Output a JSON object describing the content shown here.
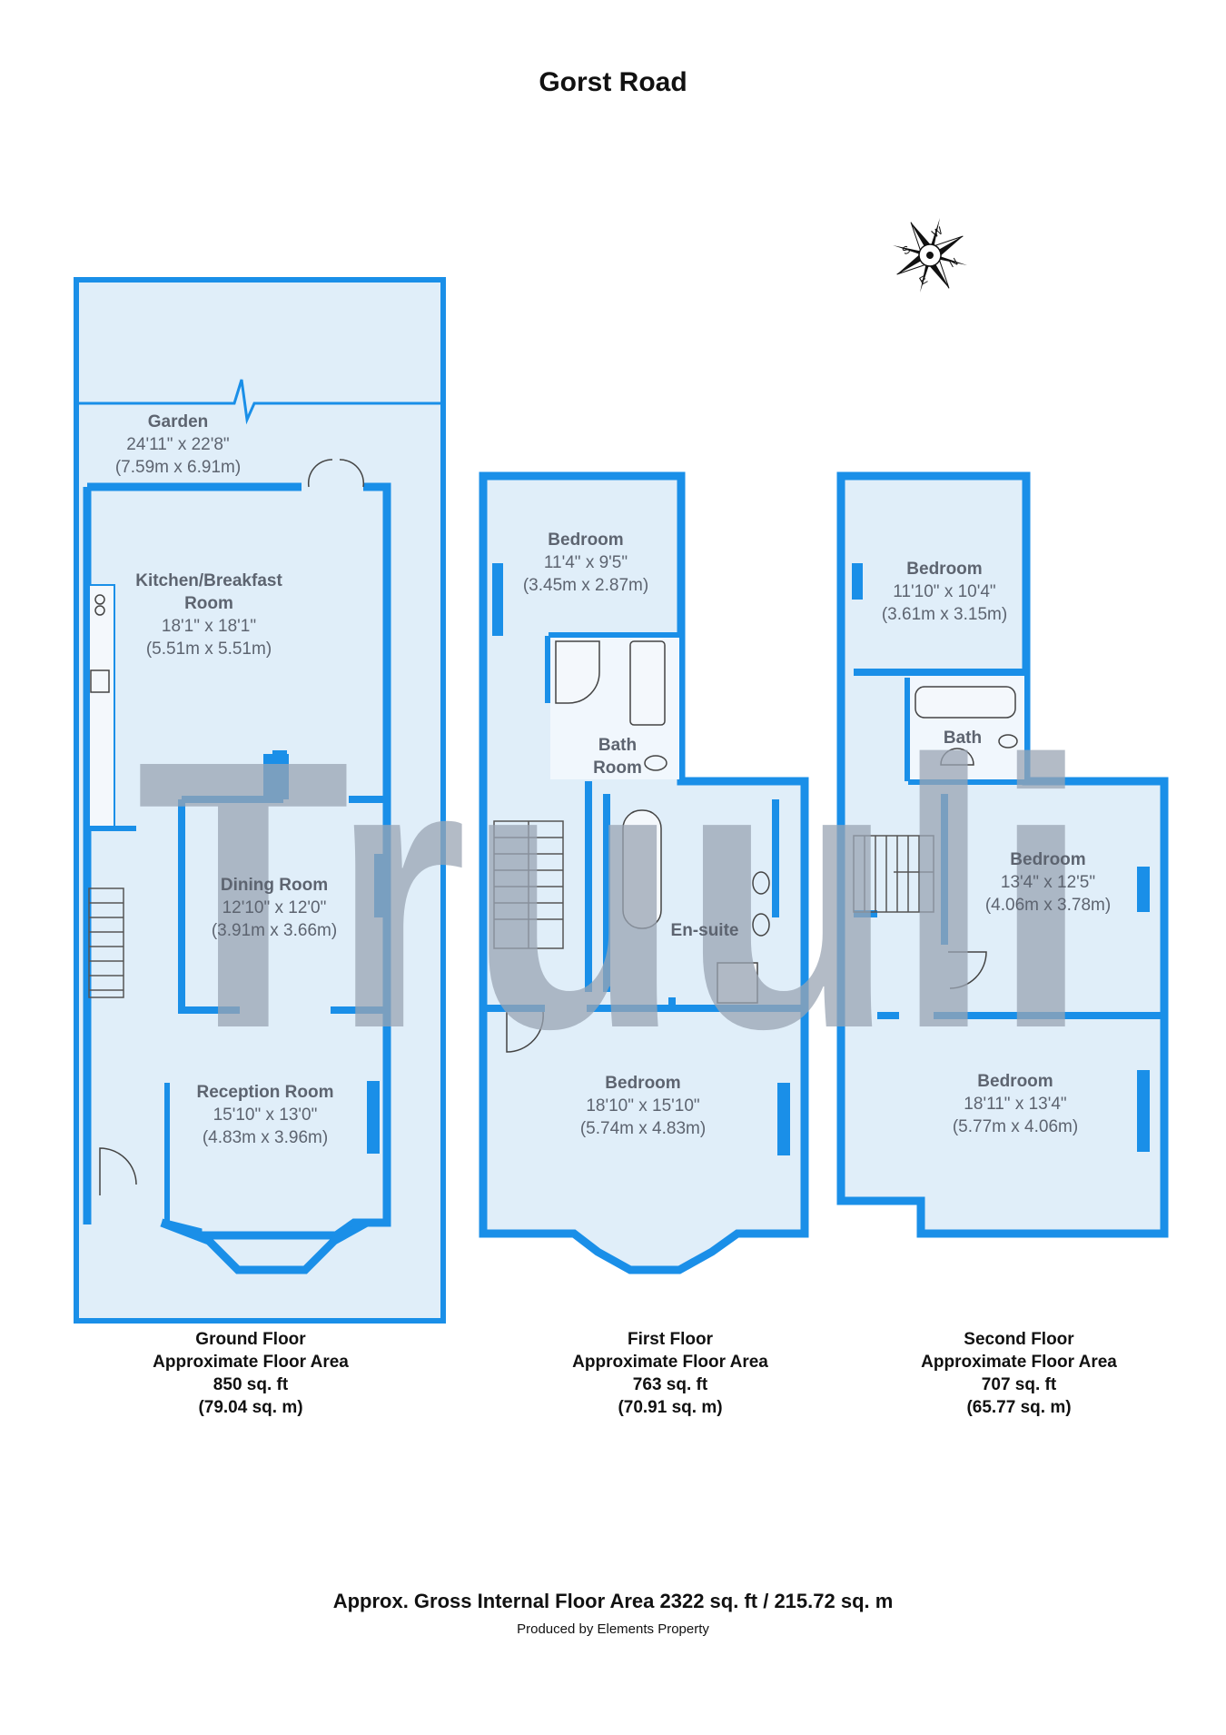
{
  "title": "Gorst Road",
  "watermark_text": "Truuli",
  "compass": {
    "letters": [
      "S",
      "W",
      "E",
      "N"
    ],
    "icon": "compass-rose-icon"
  },
  "colors": {
    "wall": "#1a8fe8",
    "floor": "#e0eef9",
    "watermark": "#99a4b3",
    "text": "#5d6470"
  },
  "floors": [
    {
      "name": "Ground Floor",
      "caption_line": "Approximate Floor Area",
      "area_sqft": "850 sq. ft",
      "area_sqm": "(79.04 sq. m)",
      "rooms": [
        {
          "name": "Garden",
          "imperial": "24'11\" x 22'8\"",
          "metric": "(7.59m x 6.91m)"
        },
        {
          "name": "Kitchen/Breakfast",
          "name2": "Room",
          "imperial": "18'1\" x 18'1\"",
          "metric": "(5.51m x 5.51m)"
        },
        {
          "name": "Dining Room",
          "imperial": "12'10\" x 12'0\"",
          "metric": "(3.91m x 3.66m)"
        },
        {
          "name": "Reception Room",
          "imperial": "15'10\" x 13'0\"",
          "metric": "(4.83m x 3.96m)"
        }
      ]
    },
    {
      "name": "First Floor",
      "caption_line": "Approximate Floor Area",
      "area_sqft": "763 sq. ft",
      "area_sqm": "(70.91 sq. m)",
      "rooms": [
        {
          "name": "Bedroom",
          "imperial": "11'4\" x 9'5\"",
          "metric": "(3.45m x 2.87m)"
        },
        {
          "name": "Bath",
          "name2": "Room"
        },
        {
          "name": "En-suite"
        },
        {
          "name": "Bedroom",
          "imperial": "18'10\" x 15'10\"",
          "metric": "(5.74m x 4.83m)"
        }
      ]
    },
    {
      "name": "Second Floor",
      "caption_line": "Approximate Floor Area",
      "area_sqft": "707 sq. ft",
      "area_sqm": "(65.77 sq. m)",
      "rooms": [
        {
          "name": "Bedroom",
          "imperial": "11'10\" x 10'4\"",
          "metric": "(3.61m x 3.15m)"
        },
        {
          "name": "Bath"
        },
        {
          "name": "Bedroom",
          "imperial": "13'4\" x 12'5\"",
          "metric": "(4.06m x 3.78m)"
        },
        {
          "name": "Bedroom",
          "imperial": "18'11\" x 13'4\"",
          "metric": "(5.77m x 4.06m)"
        }
      ]
    }
  ],
  "gross_area": "Approx. Gross Internal Floor Area 2322 sq. ft / 215.72 sq. m",
  "produced_by": "Produced by Elements Property"
}
